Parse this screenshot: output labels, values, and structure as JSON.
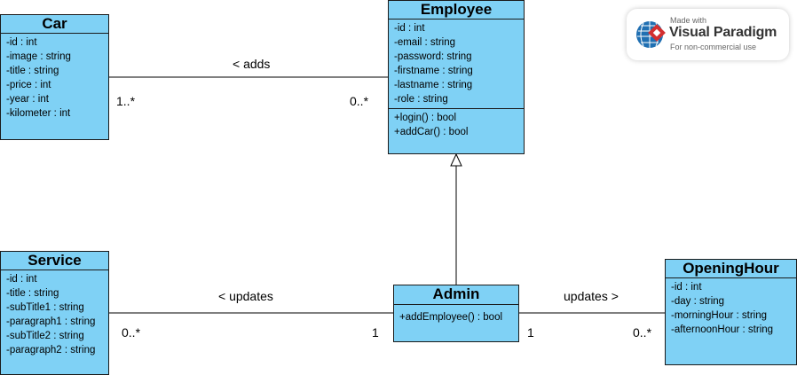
{
  "classes": {
    "car": {
      "name": "Car",
      "attributes": [
        "-id : int",
        "-image : string",
        "-title : string",
        "-price : int",
        "-year : int",
        "-kilometer : int"
      ],
      "operations": []
    },
    "employee": {
      "name": "Employee",
      "attributes": [
        "-id : int",
        "-email : string",
        "-password: string",
        "-firstname : string",
        "-lastname : string",
        "-role : string"
      ],
      "operations": [
        "+login() : bool",
        "+addCar() : bool"
      ]
    },
    "service": {
      "name": "Service",
      "attributes": [
        "-id : int",
        "-title : string",
        "-subTitle1 : string",
        "-paragraph1 : string",
        "-subTitle2 : string",
        "-paragraph2 : string"
      ],
      "operations": []
    },
    "admin": {
      "name": "Admin",
      "attributes": [],
      "operations": [
        "+addEmployee() : bool"
      ]
    },
    "opening_hour": {
      "name": "OpeningHour",
      "attributes": [
        "-id : int",
        "-day : string",
        "-morningHour : string",
        "-afternoonHour : string"
      ],
      "operations": []
    }
  },
  "associations": {
    "car_employee": {
      "label": "< adds",
      "car_mult": "1..*",
      "employee_mult": "0..*"
    },
    "service_admin": {
      "label": "< updates",
      "service_mult": "0..*",
      "admin_mult": "1"
    },
    "admin_opening": {
      "label": "updates >",
      "admin_mult": "1",
      "opening_mult": "0..*"
    }
  },
  "badge": {
    "line1": "Made with",
    "line2": "Visual Paradigm",
    "line3": "For non-commercial use"
  },
  "colors": {
    "class_fill": "#7fd1f5",
    "border": "#1a1a1a",
    "logo_red": "#d32f2f",
    "logo_blue": "#1f6fb2"
  }
}
